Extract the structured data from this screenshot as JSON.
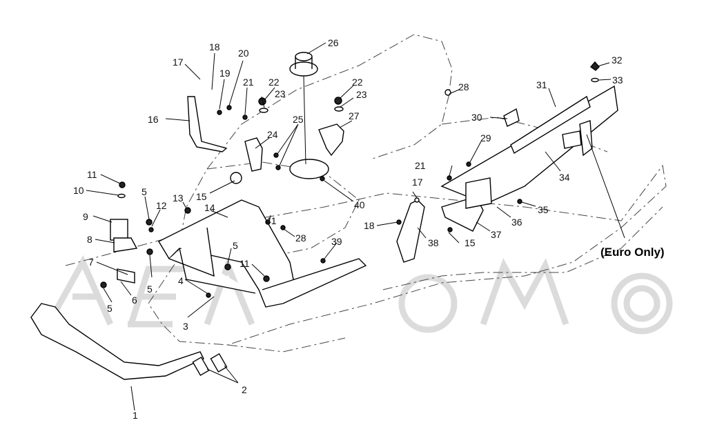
{
  "diagram": {
    "note": "(Euro Only)",
    "callouts": [
      {
        "id": "c1",
        "text": "1"
      },
      {
        "id": "c2",
        "text": "2"
      },
      {
        "id": "c3",
        "text": "3"
      },
      {
        "id": "c4",
        "text": "4"
      },
      {
        "id": "c5a",
        "text": "5"
      },
      {
        "id": "c5b",
        "text": "5"
      },
      {
        "id": "c5c",
        "text": "5"
      },
      {
        "id": "c5d",
        "text": "5"
      },
      {
        "id": "c6",
        "text": "6"
      },
      {
        "id": "c7",
        "text": "7"
      },
      {
        "id": "c8",
        "text": "8"
      },
      {
        "id": "c9",
        "text": "9"
      },
      {
        "id": "c10",
        "text": "10"
      },
      {
        "id": "c11a",
        "text": "11"
      },
      {
        "id": "c11b",
        "text": "11"
      },
      {
        "id": "c12",
        "text": "12"
      },
      {
        "id": "c13",
        "text": "13"
      },
      {
        "id": "c14",
        "text": "14"
      },
      {
        "id": "c15a",
        "text": "15"
      },
      {
        "id": "c15b",
        "text": "15"
      },
      {
        "id": "c16",
        "text": "16"
      },
      {
        "id": "c17a",
        "text": "17"
      },
      {
        "id": "c17b",
        "text": "17"
      },
      {
        "id": "c18a",
        "text": "18"
      },
      {
        "id": "c18b",
        "text": "18"
      },
      {
        "id": "c19",
        "text": "19"
      },
      {
        "id": "c20",
        "text": "20"
      },
      {
        "id": "c21a",
        "text": "21"
      },
      {
        "id": "c21b",
        "text": "21"
      },
      {
        "id": "c22a",
        "text": "22"
      },
      {
        "id": "c22b",
        "text": "22"
      },
      {
        "id": "c23a",
        "text": "23"
      },
      {
        "id": "c23b",
        "text": "23"
      },
      {
        "id": "c24",
        "text": "24"
      },
      {
        "id": "c25",
        "text": "25"
      },
      {
        "id": "c26",
        "text": "26"
      },
      {
        "id": "c27",
        "text": "27"
      },
      {
        "id": "c28a",
        "text": "28"
      },
      {
        "id": "c28b",
        "text": "28"
      },
      {
        "id": "c29",
        "text": "29"
      },
      {
        "id": "c30",
        "text": "30"
      },
      {
        "id": "c31",
        "text": "31"
      },
      {
        "id": "c32",
        "text": "32"
      },
      {
        "id": "c33",
        "text": "33"
      },
      {
        "id": "c34",
        "text": "34"
      },
      {
        "id": "c35",
        "text": "35"
      },
      {
        "id": "c36",
        "text": "36"
      },
      {
        "id": "c37",
        "text": "37"
      },
      {
        "id": "c38",
        "text": "38"
      },
      {
        "id": "c39",
        "text": "39"
      },
      {
        "id": "c40",
        "text": "40"
      },
      {
        "id": "c41",
        "text": "41"
      }
    ]
  }
}
